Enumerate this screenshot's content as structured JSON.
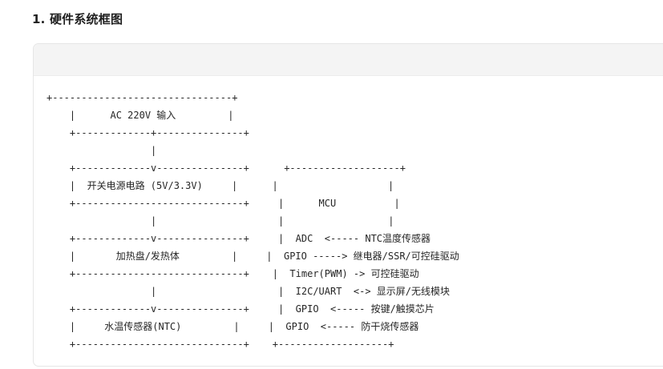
{
  "heading": "1. 硬件系统框图",
  "code_lines": [
    "+-------------------------------+",
    "    |      AC 220V 输入         |",
    "    +-------------+---------------+",
    "                  |",
    "    +-------------v---------------+      +-------------------+",
    "    |  开关电源电路 (5V/3.3V)     |      |                   |",
    "    +-----------------------------+     |      MCU          |",
    "                  |                     |                  |",
    "    +-------------v---------------+     |  ADC  <----- NTC温度传感器",
    "    |       加热盘/发热体         |     |  GPIO -----> 继电器/SSR/可控硅驱动",
    "    +-----------------------------+    |  Timer(PWM) -> 可控硅驱动",
    "                  |                     |  I2C/UART  <-> 显示屏/无线模块",
    "    +-------------v---------------+     |  GPIO  <----- 按键/触摸芯片",
    "    |     水温传感器(NTC)         |     |  GPIO  <----- 防干烧传感器",
    "    +-----------------------------+    +-------------------+"
  ]
}
